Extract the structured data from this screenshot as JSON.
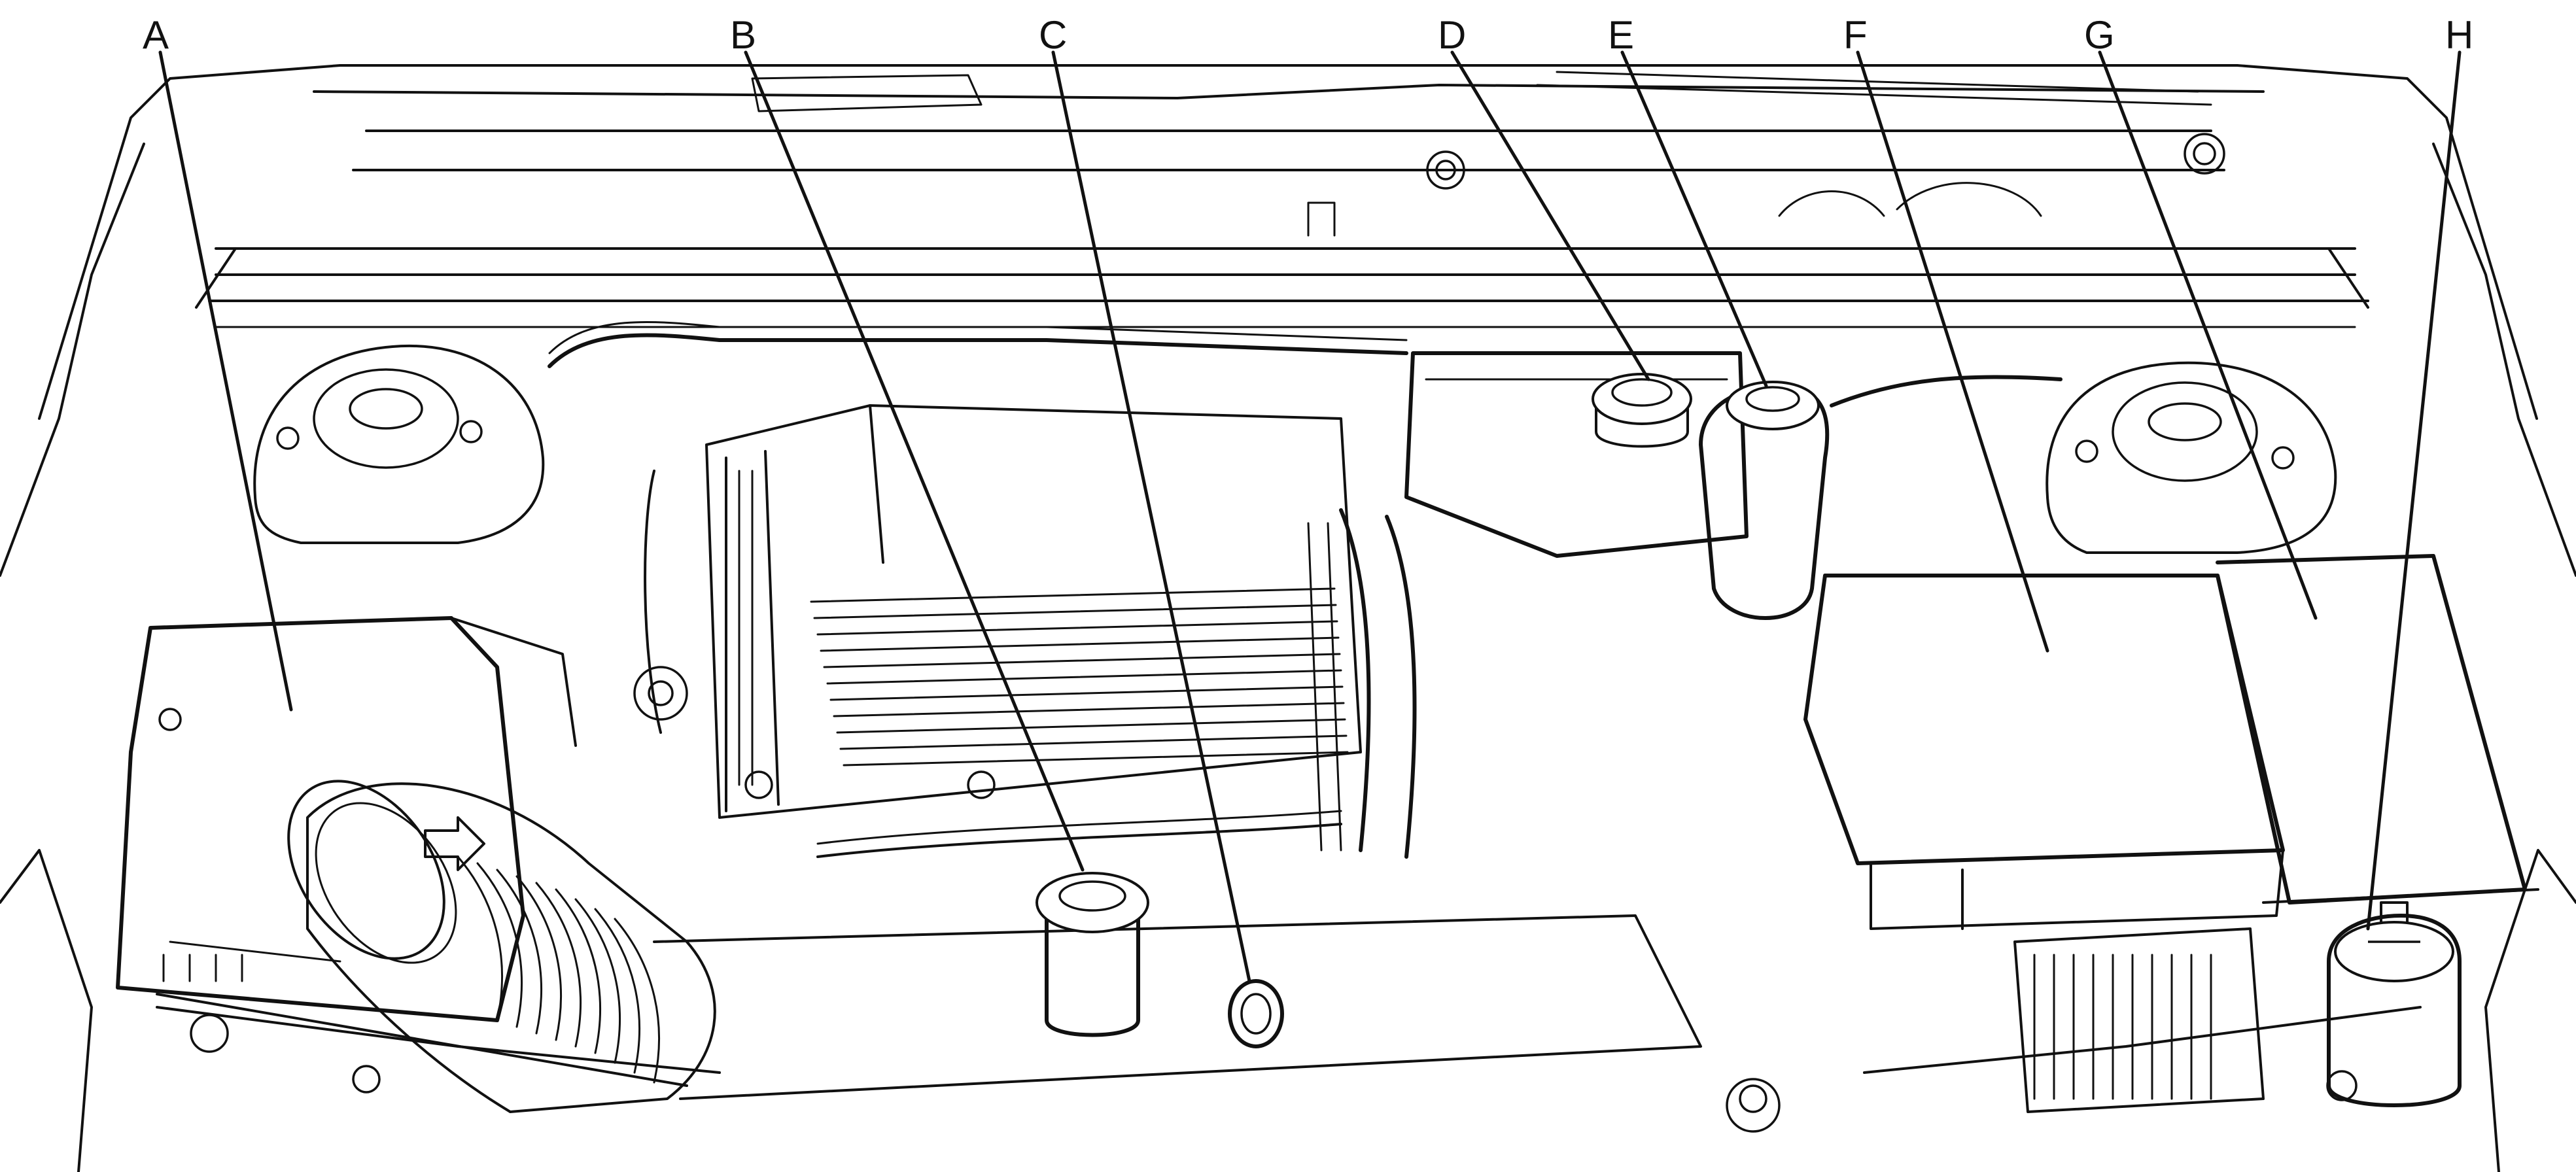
{
  "labels": [
    {
      "id": "A",
      "text": "A"
    },
    {
      "id": "B",
      "text": "B"
    },
    {
      "id": "C",
      "text": "C"
    },
    {
      "id": "D",
      "text": "D"
    },
    {
      "id": "E",
      "text": "E"
    },
    {
      "id": "F",
      "text": "F"
    },
    {
      "id": "G",
      "text": "G"
    },
    {
      "id": "H",
      "text": "H"
    }
  ],
  "colors": {
    "line": "#111111",
    "background": "#ffffff"
  }
}
